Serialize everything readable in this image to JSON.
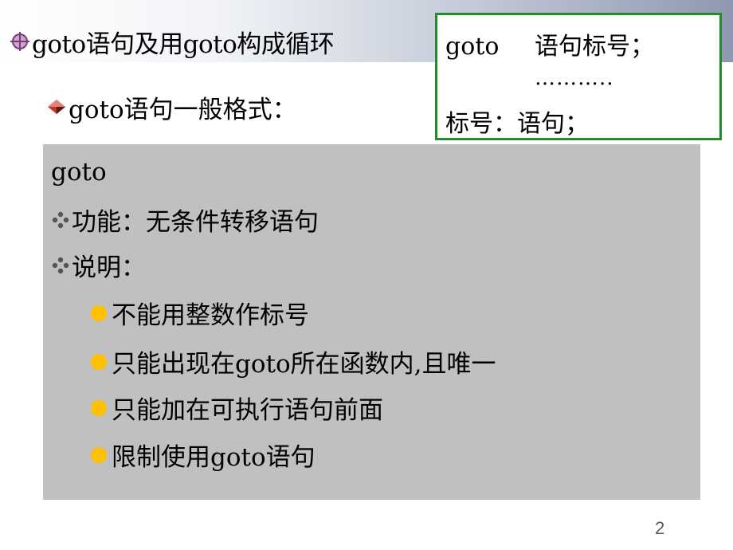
{
  "slide": {
    "title": "goto语句及用goto构成循环",
    "subheading": "goto语句一般格式：",
    "page_number": "2"
  },
  "syntax_box": {
    "line1_keyword": "goto",
    "line1_rest": "语句标号；",
    "line2": "………..",
    "line3": "标号：语句；"
  },
  "panel": {
    "keyword": "goto",
    "feature": "功能：无条件转移语句",
    "note": "说明：",
    "rules": [
      "不能用整数作标号",
      "只能出现在goto所在函数内,且唯一",
      "只能加在可执行语句前面",
      "限制使用goto语句"
    ]
  },
  "colors": {
    "box_border": "#1f8f2a",
    "panel_background": "#c0c0c0",
    "bullet_dot": "#ffc000",
    "title_icon": "#7a3a7a",
    "diamond_icon": "#c0392b"
  },
  "icons": {
    "title_bullet": "crosshair-icon",
    "subheading_bullet": "diamond-icon",
    "panel_bullet": "star-bullet-icon",
    "rule_bullet": "dot-bullet-icon"
  }
}
